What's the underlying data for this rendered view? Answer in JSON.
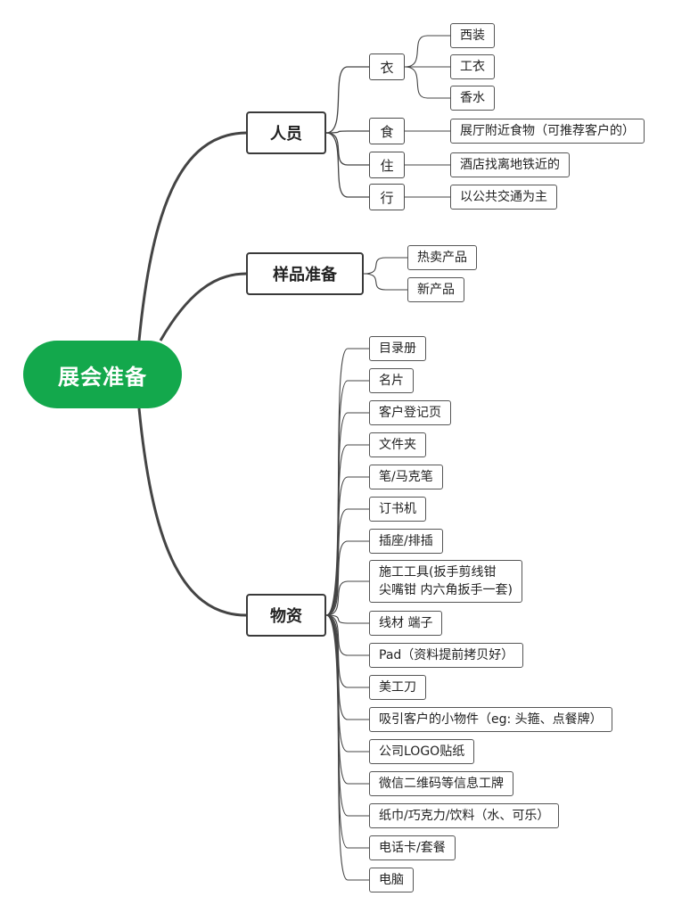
{
  "root": {
    "label": "展会准备"
  },
  "branches": [
    {
      "label": "人员",
      "children": [
        {
          "label": "衣",
          "children": [
            {
              "label": "西装"
            },
            {
              "label": "工衣"
            },
            {
              "label": "香水"
            }
          ]
        },
        {
          "label": "食",
          "children": [
            {
              "label": "展厅附近食物（可推荐客户的）"
            }
          ]
        },
        {
          "label": "住",
          "children": [
            {
              "label": "酒店找离地铁近的"
            }
          ]
        },
        {
          "label": "行",
          "children": [
            {
              "label": "以公共交通为主"
            }
          ]
        }
      ]
    },
    {
      "label": "样品准备",
      "children": [
        {
          "label": "热卖产品"
        },
        {
          "label": "新产品"
        }
      ]
    },
    {
      "label": "物资",
      "children": [
        {
          "label": "目录册"
        },
        {
          "label": "名片"
        },
        {
          "label": "客户登记页"
        },
        {
          "label": "文件夹"
        },
        {
          "label": "笔/马克笔"
        },
        {
          "label": "订书机"
        },
        {
          "label": "插座/排插"
        },
        {
          "lines": [
            "施工工具(扳手剪线钳",
            "尖嘴钳 内六角扳手一套)"
          ]
        },
        {
          "label": "线材 端子"
        },
        {
          "label": "Pad（资料提前拷贝好）"
        },
        {
          "label": "美工刀"
        },
        {
          "label": "吸引客户的小物件（eg: 头箍、点餐牌）"
        },
        {
          "label": "公司LOGO贴纸"
        },
        {
          "label": "微信二维码等信息工牌"
        },
        {
          "label": "纸巾/巧克力/饮料（水、可乐）"
        },
        {
          "label": "电话卡/套餐"
        },
        {
          "label": "电脑"
        }
      ]
    }
  ],
  "colors": {
    "root_fill": "#13a84c",
    "line": "#444444"
  }
}
